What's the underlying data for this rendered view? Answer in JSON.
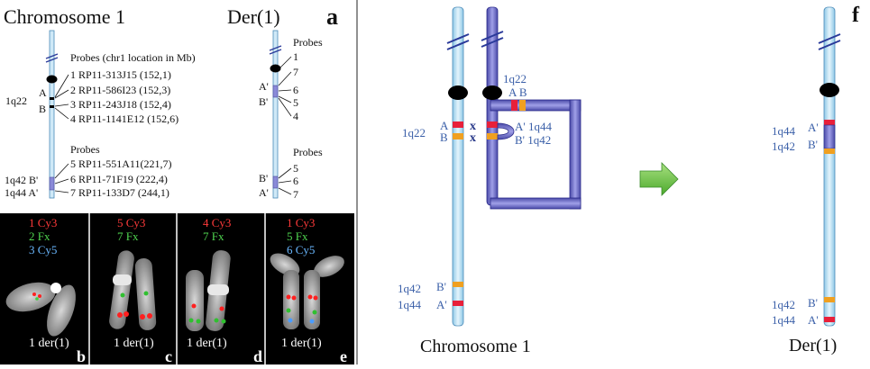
{
  "panel_a": {
    "letter": "a",
    "title_left": "Chromosome 1",
    "title_right": "Der(1)",
    "probes_header_top": "Probes (chr1 location in Mb)",
    "probes_top": [
      "1 RP11-313J15 (152,1)",
      "2 RP11-586I23 (152,3)",
      "3 RP11-243J18 (152,4)",
      "4 RP11-1141E12 (152,6)"
    ],
    "probes_header_bottom": "Probes",
    "probes_bottom": [
      "5 RP11-551A11(221,7)",
      "6 RP11-71F19 (222,4)",
      "7 RP11-133D7 (244,1)"
    ],
    "label_1q22": "1q22",
    "label_A": "A",
    "label_B": "B",
    "label_1q42": "1q42 B'",
    "label_1q44": "1q44 A'",
    "der_probes_header_top": "Probes",
    "der_probes_header_bottom": "Probes",
    "der_top_nums": [
      "1",
      "7",
      "6",
      "5",
      "4"
    ],
    "der_top_labels": [
      "A'",
      "B'"
    ],
    "der_bottom_nums": [
      "5",
      "6",
      "7"
    ],
    "der_bottom_labels": [
      "B'",
      "A'"
    ]
  },
  "micro": [
    {
      "letter": "b",
      "lines": [
        "1 Cy3",
        "2 Fx",
        "3 Cy5"
      ],
      "caption": "1  der(1)"
    },
    {
      "letter": "c",
      "lines": [
        "5 Cy3",
        "7 Fx"
      ],
      "caption": "1   der(1)"
    },
    {
      "letter": "d",
      "lines": [
        "4 Cy3",
        "7 Fx"
      ],
      "caption": "1   der(1)"
    },
    {
      "letter": "e",
      "lines": [
        "1 Cy3",
        "5 Fx",
        "6 Cy5"
      ],
      "caption": "1   der(1)"
    }
  ],
  "panel_f": {
    "letter": "f",
    "label_1q22_top": "1q22",
    "label_AB": "A B",
    "label_1q22": "1q22",
    "label_A": "A",
    "label_B": "B",
    "label_x": "x",
    "label_A_prime_1q44": "A' 1q44",
    "label_B_prime_1q42": "B' 1q42",
    "label_1q42": "1q42",
    "label_B_prime": "B'",
    "label_1q44": "1q44",
    "label_A_prime": "A'",
    "caption_left": "Chromosome 1",
    "right_1q44": "1q44",
    "right_A_prime": "A'",
    "right_1q42": "1q42",
    "right_B_prime": "B'",
    "right_1q42_bottom": "1q42",
    "right_B_prime_bottom": "B'",
    "right_1q44_bottom": "1q44",
    "right_A_prime_bottom": "A'",
    "caption_right": "Der(1)"
  },
  "colors": {
    "chrom_light": "#bfe3f5",
    "chrom_dark": "#6f6fc6",
    "red": "#e8203a",
    "orange": "#f0a020",
    "blue_text": "#3a5fa8",
    "arrow_green": "#6cc644"
  }
}
